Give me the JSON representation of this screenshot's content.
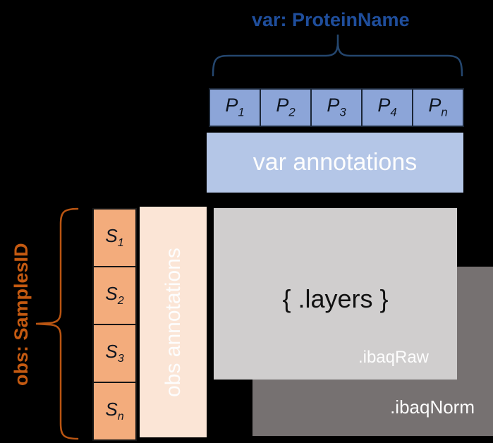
{
  "diagram": {
    "var_axis": {
      "title": "var: ProteinName",
      "cells": [
        {
          "base": "P",
          "sub": "1"
        },
        {
          "base": "P",
          "sub": "2"
        },
        {
          "base": "P",
          "sub": "3"
        },
        {
          "base": "P",
          "sub": "4"
        },
        {
          "base": "P",
          "sub": "n"
        }
      ],
      "annotations_label": "var annotations"
    },
    "obs_axis": {
      "title": "obs: SamplesID",
      "cells": [
        {
          "base": "S",
          "sub": "1"
        },
        {
          "base": "S",
          "sub": "2"
        },
        {
          "base": "S",
          "sub": "3"
        },
        {
          "base": "S",
          "sub": "n"
        }
      ],
      "annotations_label": "obs annotations"
    },
    "matrix": {
      "layers_title": "{ .layers }",
      "layers": [
        ".ibaqRaw",
        ".ibaqNorm"
      ]
    },
    "colors": {
      "background": "#000000",
      "var_cell_fill": "#8CA5D8",
      "var_annotations_fill": "#B4C6E7",
      "obs_cell_fill": "#F3AC7C",
      "obs_annotations_fill": "#FBE5D6",
      "layers_front_fill": "#D0CECE",
      "layers_back_fill": "#767171",
      "var_label_color": "#1F4E9C",
      "obs_label_color": "#C55A11"
    }
  }
}
